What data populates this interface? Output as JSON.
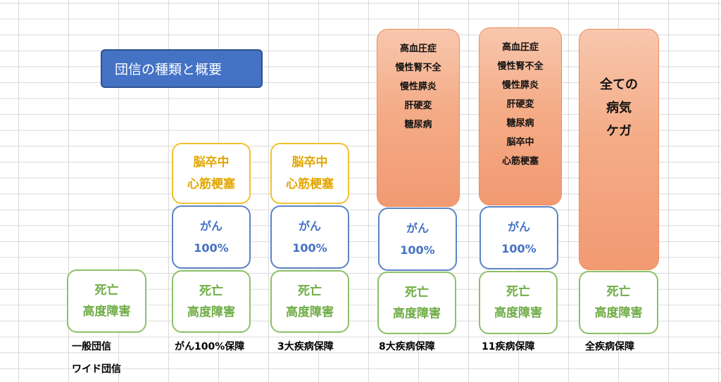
{
  "title": "団信の種類と概要",
  "colors": {
    "title_bg": "#4472c4",
    "death_border": "#8cc168",
    "cancer_border": "#5b84c4",
    "stroke_border": "#f2c12e",
    "disease_fill": "#f4ac87"
  },
  "death": [
    "死亡",
    "高度障害"
  ],
  "stroke": [
    "脳卒中",
    "心筋梗塞"
  ],
  "cancer": [
    "がん",
    "100%"
  ],
  "seven_diseases": [
    "高血圧症",
    "慢性腎不全",
    "慢性膵炎",
    "肝硬変",
    "糖尿病"
  ],
  "eleven_diseases": [
    "高血圧症",
    "慢性腎不全",
    "慢性膵炎",
    "肝硬変",
    "糖尿病",
    "脳卒中",
    "心筋梗塞"
  ],
  "all": [
    "全ての",
    "病気",
    "ケガ"
  ],
  "labels": {
    "general": "一般団信",
    "wide": "ワイド団信",
    "cancer100": "がん100%保障",
    "three": "3大疾病保障",
    "eight": "8大疾病保障",
    "eleven": "11疾病保障",
    "all": "全疾病保障"
  }
}
